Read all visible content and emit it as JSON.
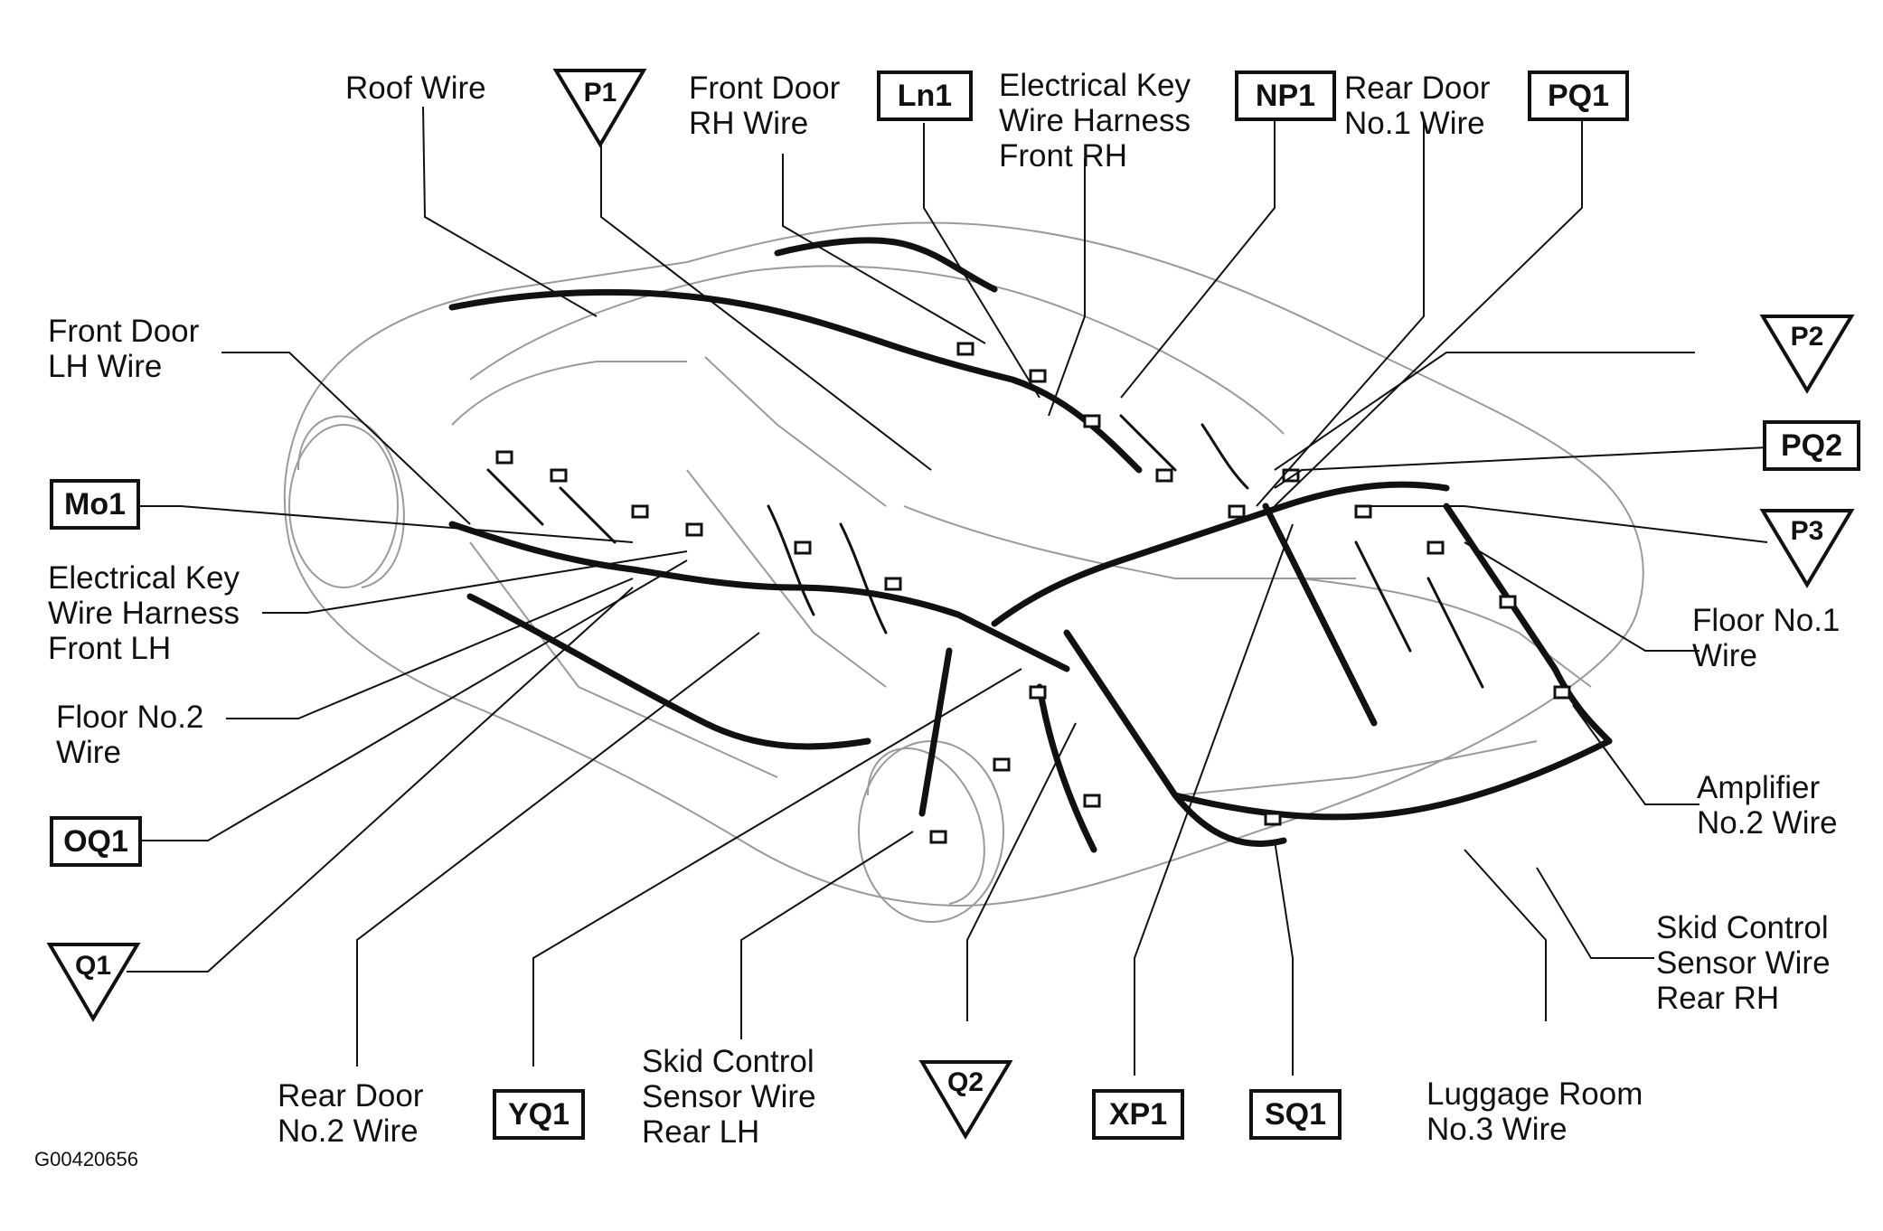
{
  "figure_id": "G00420656",
  "labels": {
    "roof_wire": [
      "Roof Wire"
    ],
    "front_door_rh": [
      "Front Door",
      "RH Wire"
    ],
    "key_harness_front_rh": [
      "Electrical Key",
      "Wire Harness",
      "Front RH"
    ],
    "rear_door_no1": [
      "Rear Door",
      "No.1 Wire"
    ],
    "front_door_lh": [
      "Front Door",
      "LH Wire"
    ],
    "key_harness_front_lh": [
      "Electrical Key",
      "Wire Harness",
      "Front LH"
    ],
    "floor_no2": [
      "Floor No.2",
      "Wire"
    ],
    "floor_no1": [
      "Floor No.1",
      "Wire"
    ],
    "amplifier_no2": [
      "Amplifier",
      "No.2 Wire"
    ],
    "skid_rear_rh": [
      "Skid Control",
      "Sensor Wire",
      "Rear RH"
    ],
    "luggage_no3": [
      "Luggage Room",
      "No.3 Wire"
    ],
    "skid_rear_lh": [
      "Skid Control",
      "Sensor Wire",
      "Rear LH"
    ],
    "rear_door_no2": [
      "Rear Door",
      "No.2 Wire"
    ]
  },
  "connectors": {
    "ln1": "Ln1",
    "np1": "NP1",
    "pq1": "PQ1",
    "pq2": "PQ2",
    "mo1": "Mo1",
    "oq1": "OQ1",
    "yq1": "YQ1",
    "xp1": "XP1",
    "sq1": "SQ1"
  },
  "triangles": {
    "p1": "P1",
    "p2": "P2",
    "p3": "P3",
    "q1": "Q1",
    "q2": "Q2"
  }
}
